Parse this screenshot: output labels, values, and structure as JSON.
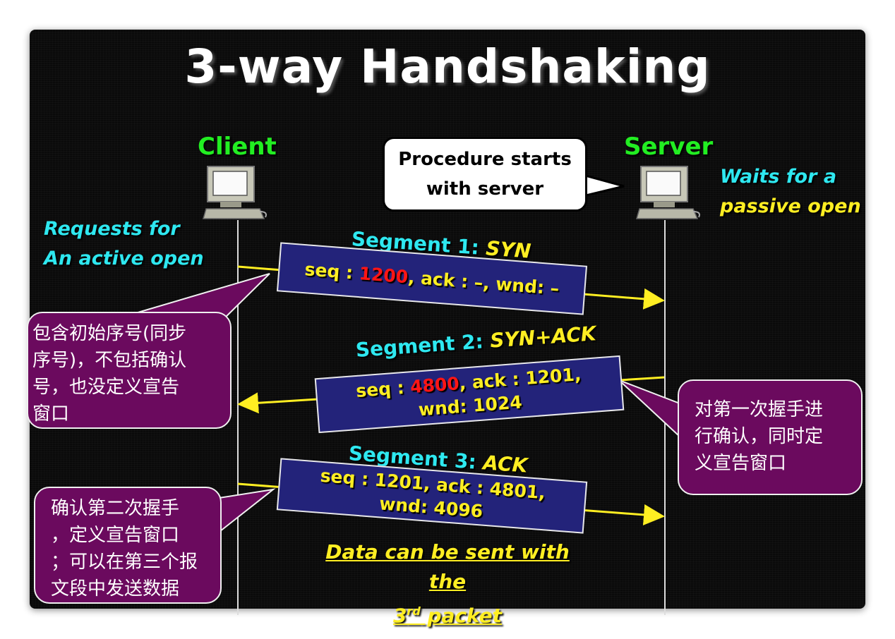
{
  "title": "3-way Handshaking",
  "client": {
    "label": "Client",
    "note_line1": "Requests for",
    "note_line2": "An active open"
  },
  "server": {
    "label": "Server",
    "note_line1": "Waits for a",
    "note_line2": "passive open"
  },
  "speech_bubble": {
    "line1": "Procedure starts",
    "line2": "with server"
  },
  "segments": [
    {
      "label": "Segment 1: ",
      "flag": "SYN",
      "seq_prefix": "seq : ",
      "seq": "1200",
      "rest": ", ack : –, wnd: –"
    },
    {
      "label": "Segment 2: ",
      "flag": "SYN+ACK",
      "seq_prefix": "seq : ",
      "seq": "4800",
      "rest": ", ack : 1201,",
      "line2": "wnd: 1024"
    },
    {
      "label": "Segment 3: ",
      "flag": "ACK",
      "line1": "seq : 1201, ack : 4801,",
      "line2": "wnd: 4096"
    }
  ],
  "callouts": {
    "segment1": [
      "包含初始序号(同步",
      "序号)，不包括确认",
      "号，也没定义宣告",
      "窗口"
    ],
    "segment2": [
      "对第一次握手进",
      "行确认，同时定",
      "义宣告窗口"
    ],
    "segment3": [
      "确认第二次握手",
      "，定义宣告窗口",
      "；可以在第三个报",
      "文段中发送数据"
    ]
  },
  "data_note": {
    "line1": "Data can be sent with the",
    "line2_a": "3",
    "line2_sup": "rd",
    "line2_b": " packet"
  },
  "colors": {
    "background": "#0a0a0a",
    "title": "#ffffff",
    "role_label": "#22ee22",
    "cyan_text": "#2ee8f0",
    "yellow_text": "#ffee22",
    "segment_box": "#23237a",
    "seq_highlight": "#ff1515",
    "callout": "#6b0a5e",
    "arrow": "#ffee22"
  },
  "icons": [
    "computer-icon",
    "arrow-right-icon",
    "arrow-left-icon"
  ]
}
